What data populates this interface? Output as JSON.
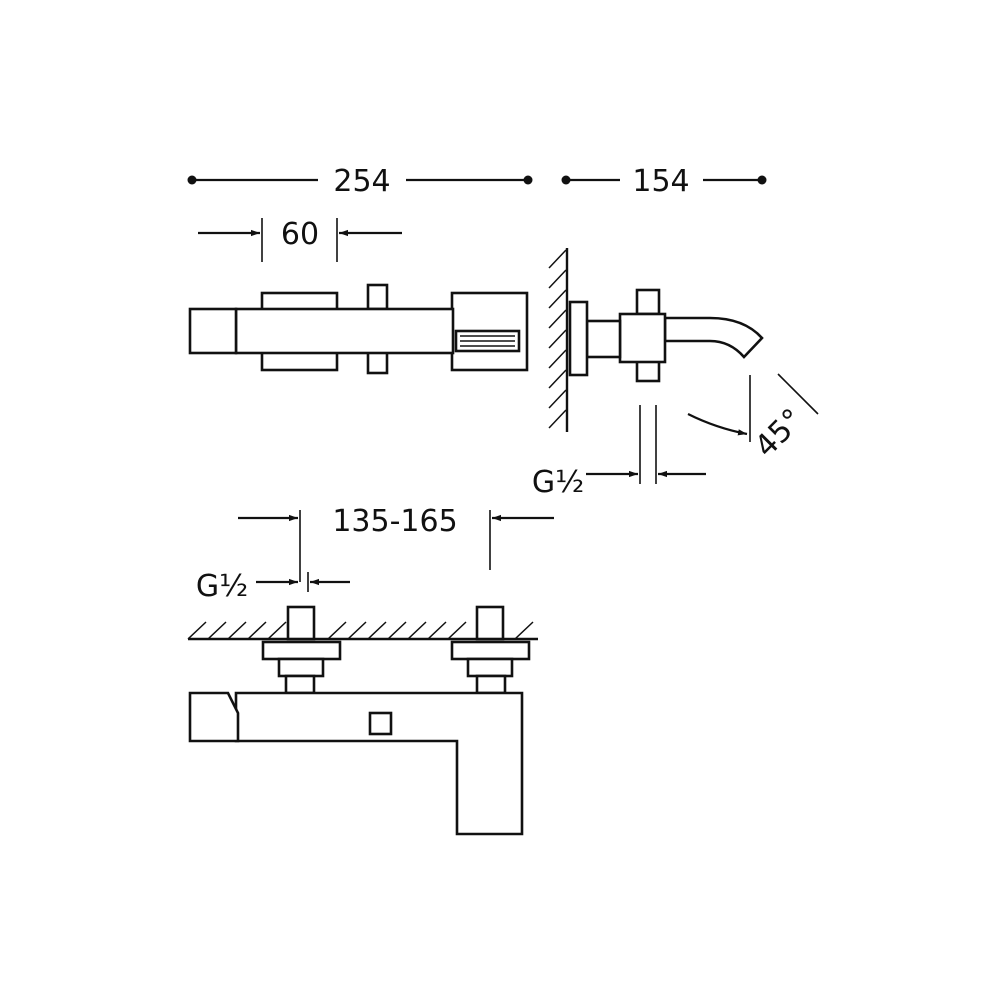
{
  "dimensions": {
    "overall_length": "254",
    "projection": "154",
    "handle_width": "60",
    "inlet_thread_side": "G½",
    "spout_angle": "45°",
    "center_distance": "135-165",
    "inlet_thread_front": "G½"
  },
  "colors": {
    "line": "#111111",
    "background": "#ffffff"
  }
}
